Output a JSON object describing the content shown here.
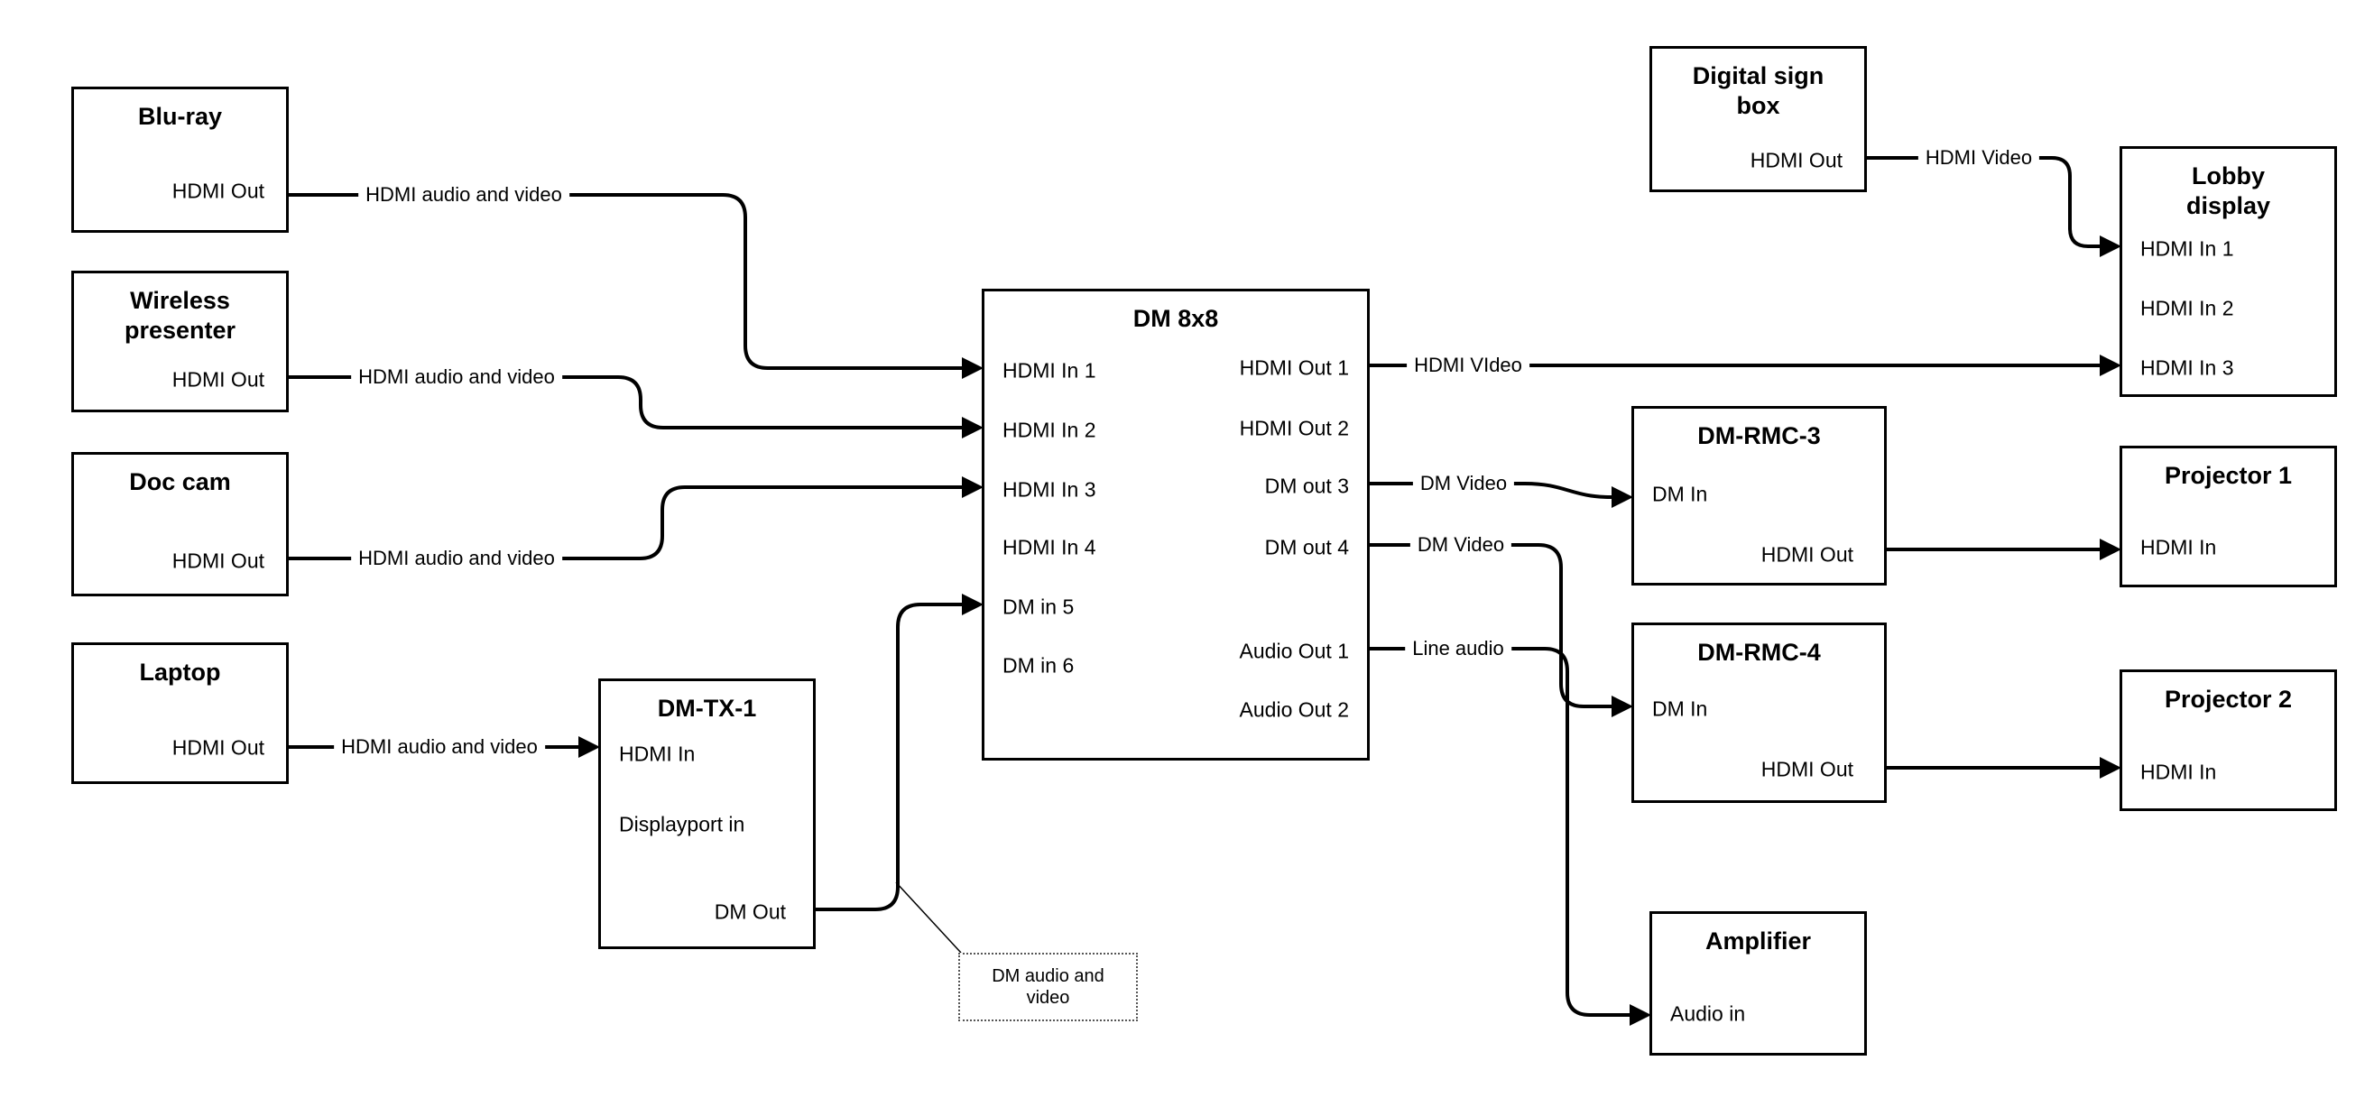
{
  "nodes": {
    "bluray": {
      "title": "Blu-ray",
      "port_out": "HDMI Out"
    },
    "wireless_presenter": {
      "title": "Wireless presenter",
      "port_out": "HDMI Out"
    },
    "doc_cam": {
      "title": "Doc cam",
      "port_out": "HDMI Out"
    },
    "laptop": {
      "title": "Laptop",
      "port_out": "HDMI Out"
    },
    "dm_tx_1": {
      "title": "DM-TX-1",
      "port_hdmi_in": "HDMI In",
      "port_displayport_in": "Displayport in",
      "port_dm_out": "DM Out"
    },
    "dm_8x8": {
      "title": "DM 8x8",
      "port_in1": "HDMI In 1",
      "port_in2": "HDMI In 2",
      "port_in3": "HDMI In 3",
      "port_in4": "HDMI In 4",
      "port_in5": "DM in 5",
      "port_in6": "DM in 6",
      "port_out1": "HDMI Out 1",
      "port_out2": "HDMI Out 2",
      "port_out3": "DM out 3",
      "port_out4": "DM out 4",
      "port_audio1": "Audio Out 1",
      "port_audio2": "Audio Out 2"
    },
    "digital_sign_box": {
      "title": "Digital sign box",
      "port_out": "HDMI Out"
    },
    "lobby_display": {
      "title": "Lobby display",
      "port_in1": "HDMI In 1",
      "port_in2": "HDMI In 2",
      "port_in3": "HDMI In 3"
    },
    "dm_rmc_3": {
      "title": "DM-RMC-3",
      "port_dm_in": "DM In",
      "port_hdmi_out": "HDMI Out"
    },
    "projector_1": {
      "title": "Projector 1",
      "port_hdmi_in": "HDMI In"
    },
    "dm_rmc_4": {
      "title": "DM-RMC-4",
      "port_dm_in": "DM In",
      "port_hdmi_out": "HDMI Out"
    },
    "projector_2": {
      "title": "Projector 2",
      "port_hdmi_in": "HDMI In"
    },
    "amplifier": {
      "title": "Amplifier",
      "port_audio_in": "Audio in"
    }
  },
  "wire_labels": {
    "bluray_to_dm": "HDMI audio and video",
    "wireless_to_dm": "HDMI audio and video",
    "doccam_to_dm": "HDMI audio and video",
    "laptop_to_tx": "HDMI audio and video",
    "out1_to_lobby": "HDMI VIdeo",
    "sign_to_lobby": "HDMI Video",
    "out3_to_rmc3": "DM Video",
    "out4_to_rmc4": "DM Video",
    "audio1_to_amp": "Line audio",
    "note": "DM audio and video"
  },
  "colors": {
    "line": "#000000",
    "box_border": "#000000",
    "background": "#ffffff"
  }
}
